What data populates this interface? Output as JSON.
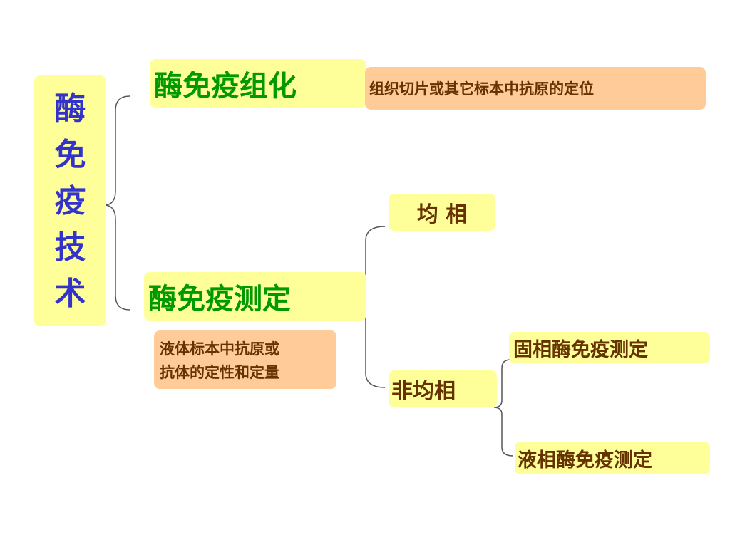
{
  "root": {
    "label_chars": [
      "酶",
      "免",
      "疫",
      "技",
      "术"
    ]
  },
  "branch_ihc": {
    "label": "酶免疫组化",
    "description": "组织切片或其它标本中抗原的定位"
  },
  "branch_eia": {
    "label": "酶免疫测定",
    "description_lines": [
      "液体标本中抗原或",
      "抗体的定性和定量"
    ]
  },
  "homogeneous": {
    "label": "均 相"
  },
  "heterogeneous": {
    "label": "非均相"
  },
  "solid_phase": {
    "label": "固相酶免疫测定"
  },
  "liquid_phase": {
    "label": "液相酶免疫测定"
  },
  "colors": {
    "root_text": "#3333cc",
    "green_text": "#009900",
    "brown_text": "#663300",
    "yellow_box": "#ffff99",
    "orange_box": "#ffcc99"
  }
}
